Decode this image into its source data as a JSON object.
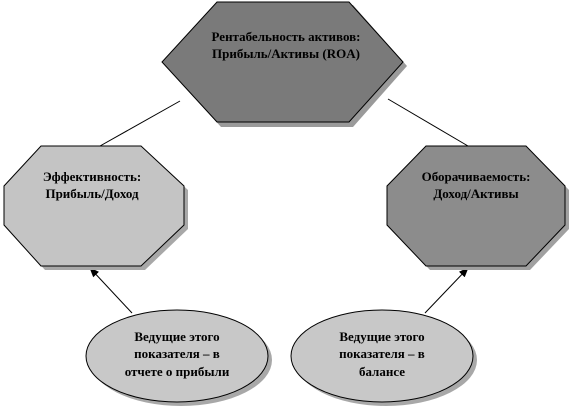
{
  "colors": {
    "top_fill": "#7a7a7a",
    "left_fill": "#c4c4c4",
    "right_fill": "#8c8c8c",
    "ellipse_fill": "#c8c8c8",
    "stroke": "#000000",
    "shadow": "#9a9a9a"
  },
  "nodes": {
    "roa": {
      "line1": "Рентабельность активов:",
      "line2": "Прибыль/Активы (ROA)"
    },
    "efficiency": {
      "line1": "Эффективность:",
      "line2": "Прибыль/Доход"
    },
    "turnover": {
      "line1": "Оборачиваемость:",
      "line2": "Доход/Активы"
    }
  },
  "drivers": {
    "income_statement": {
      "line1": "Ведущие этого",
      "line2": "показателя – в",
      "line3": "отчете о прибыли"
    },
    "balance_sheet": {
      "line1": "Ведущие этого",
      "line2": "показателя – в",
      "line3": "балансе"
    }
  }
}
